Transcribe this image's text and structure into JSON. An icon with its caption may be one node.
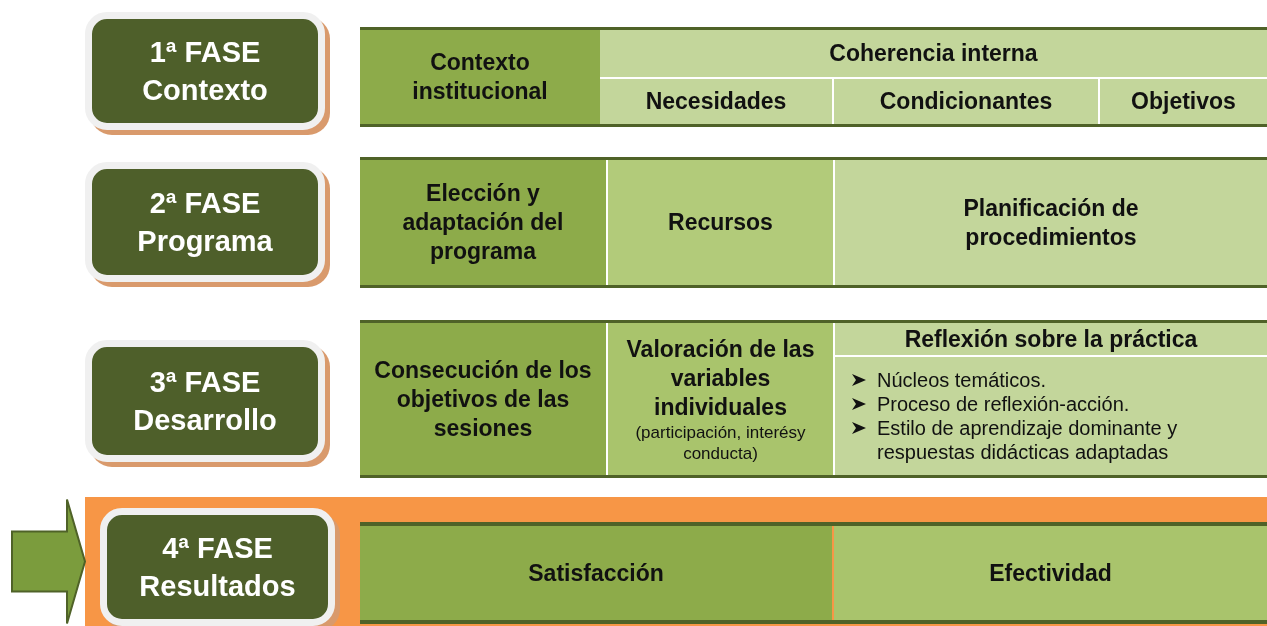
{
  "diagram": {
    "nodes": [
      {
        "text": [
          "1ª FASE",
          "Contexto"
        ]
      },
      {
        "text": [
          "Contexto institucional"
        ]
      },
      {
        "text": [
          "Coherencia interna"
        ]
      },
      {
        "text": [
          "Necesidades"
        ]
      },
      {
        "text": [
          "Condicionantes"
        ]
      },
      {
        "text": [
          "Objetivos"
        ]
      },
      {
        "text": [
          "2ª FASE",
          "Programa"
        ]
      },
      {
        "text": [
          "Elección y adaptación del programa"
        ]
      },
      {
        "text": [
          "Recursos"
        ]
      },
      {
        "text": [
          "Planificación de procedimientos"
        ]
      },
      {
        "text": [
          "3ª FASE",
          "Desarrollo"
        ]
      },
      {
        "text": [
          "Consecución de los objetivos de las sesiones"
        ]
      },
      {
        "text": [
          "Valoración de las variables individuales",
          "(participación, interésy conducta)"
        ]
      },
      {
        "text": [
          "Reflexión sobre la práctica"
        ]
      },
      {
        "text": [
          "Núcleos temáticos.",
          "Proceso de reflexión-acción.",
          "Estilo de aprendizaje dominante y respuestas didácticas adaptadas"
        ]
      },
      {
        "text": [],
        "shape": "band"
      },
      {
        "text": [
          "4ª FASE",
          "Resultados"
        ],
        "in": 15
      },
      {
        "text": [
          "Satisfacción"
        ],
        "in": 15
      },
      {
        "text": [
          "Efectividad"
        ],
        "in": 15
      }
    ],
    "edges": [
      {
        "from": null,
        "to": 15,
        "arrow": "to"
      }
    ]
  }
}
